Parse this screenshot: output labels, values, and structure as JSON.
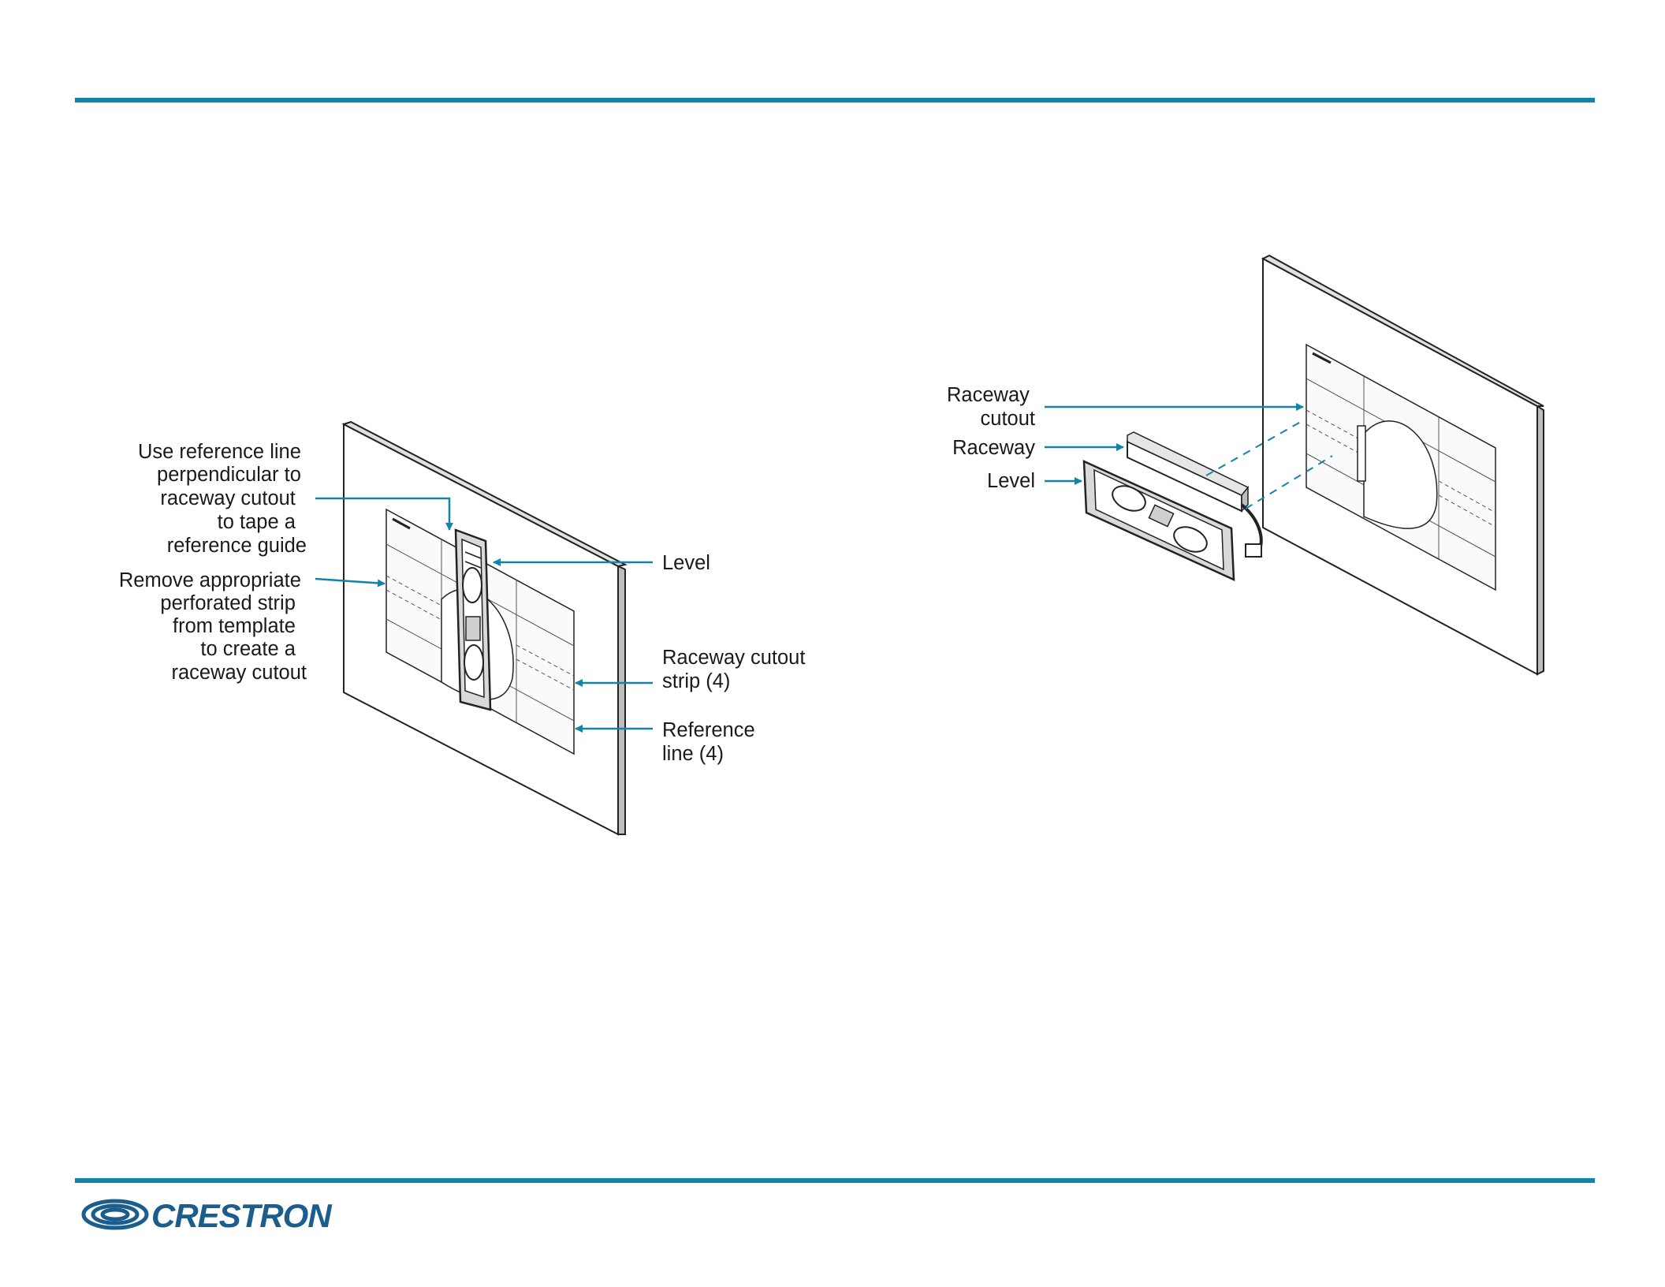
{
  "colors": {
    "accent": "#1483a8",
    "brand": "#1b5d8c",
    "ink": "#1a1a1a"
  },
  "figure_left": {
    "labels": {
      "reference_guide": [
        "Use reference line",
        "perpendicular to",
        "raceway cutout",
        "to tape a",
        "reference guide"
      ],
      "perforated_strip": [
        "Remove appropriate",
        "perforated strip",
        "from template",
        "to create a",
        "raceway cutout"
      ],
      "level": [
        "Level"
      ],
      "cutout_strip": [
        "Raceway cutout",
        "strip (4)"
      ],
      "reference_line": [
        "Reference",
        "line (4)"
      ]
    }
  },
  "figure_right": {
    "labels": {
      "raceway_cutout": [
        "Raceway",
        "cutout"
      ],
      "raceway": [
        "Raceway"
      ],
      "level": [
        "Level"
      ]
    }
  },
  "footer": {
    "brand_name": "CRESTRON",
    "logo_icon": "crestron-swirl-icon"
  }
}
